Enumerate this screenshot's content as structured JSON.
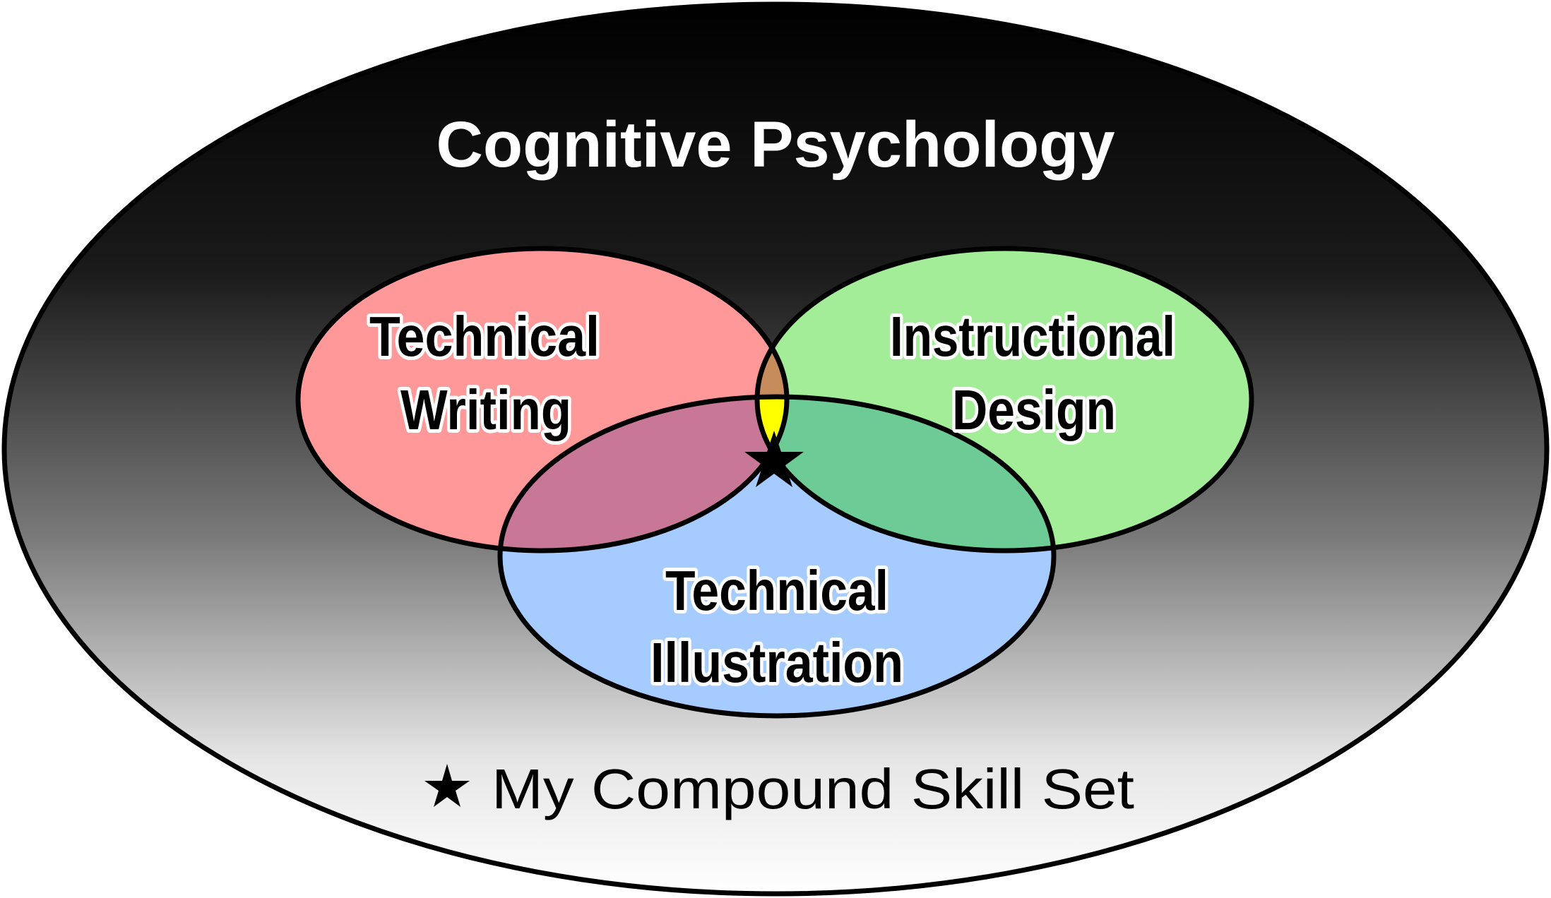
{
  "diagram": {
    "type": "venn",
    "title": "Cognitive Psychology",
    "sets": [
      {
        "id": "writing",
        "line1": "Technical",
        "line2": "Writing",
        "color": "#FF9999"
      },
      {
        "id": "design",
        "line1": "Instructional",
        "line2": "Design",
        "color": "#A3EC98"
      },
      {
        "id": "illustration",
        "line1": "Technical",
        "line2": "Illustration",
        "color": "#A6CBFF"
      }
    ],
    "intersections": [
      {
        "sets": [
          "writing",
          "design"
        ],
        "color": "#C68C5C"
      },
      {
        "sets": [
          "writing",
          "illustration"
        ],
        "color": "#C87896"
      },
      {
        "sets": [
          "design",
          "illustration"
        ],
        "color": "#6DCC95"
      },
      {
        "sets": [
          "writing",
          "design",
          "illustration"
        ],
        "color": "#FFFF00",
        "marker": "star-icon"
      }
    ],
    "legend": {
      "symbol": "★",
      "label": "My Compound Skill Set"
    },
    "background_gradient": {
      "top": "#000000",
      "bottom": "#FFFFFF"
    }
  }
}
